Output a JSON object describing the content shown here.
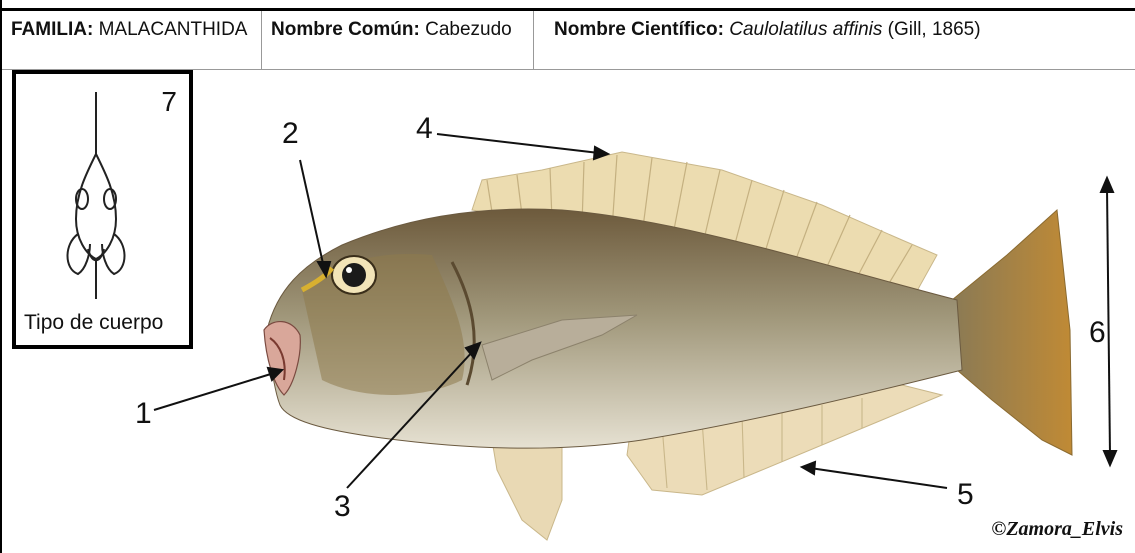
{
  "header": {
    "familia_label": "FAMILIA:",
    "familia_value": "MALACANTHIDA",
    "comun_label": "Nombre Común:",
    "comun_value": "Cabezudo",
    "cientifico_label": "Nombre Científico:",
    "cientifico_value": "Caulolatilus affinis",
    "cientifico_author": "(Gill, 1865)"
  },
  "body_type": {
    "number": "7",
    "label": "Tipo de cuerpo"
  },
  "callouts": [
    "1",
    "2",
    "3",
    "4",
    "5",
    "6"
  ],
  "copyright": "©Zamora_Elvis",
  "colors": {
    "fish_body": "#9a8f6a",
    "fins": "#e8d8ac",
    "tail": "#a8803a"
  }
}
